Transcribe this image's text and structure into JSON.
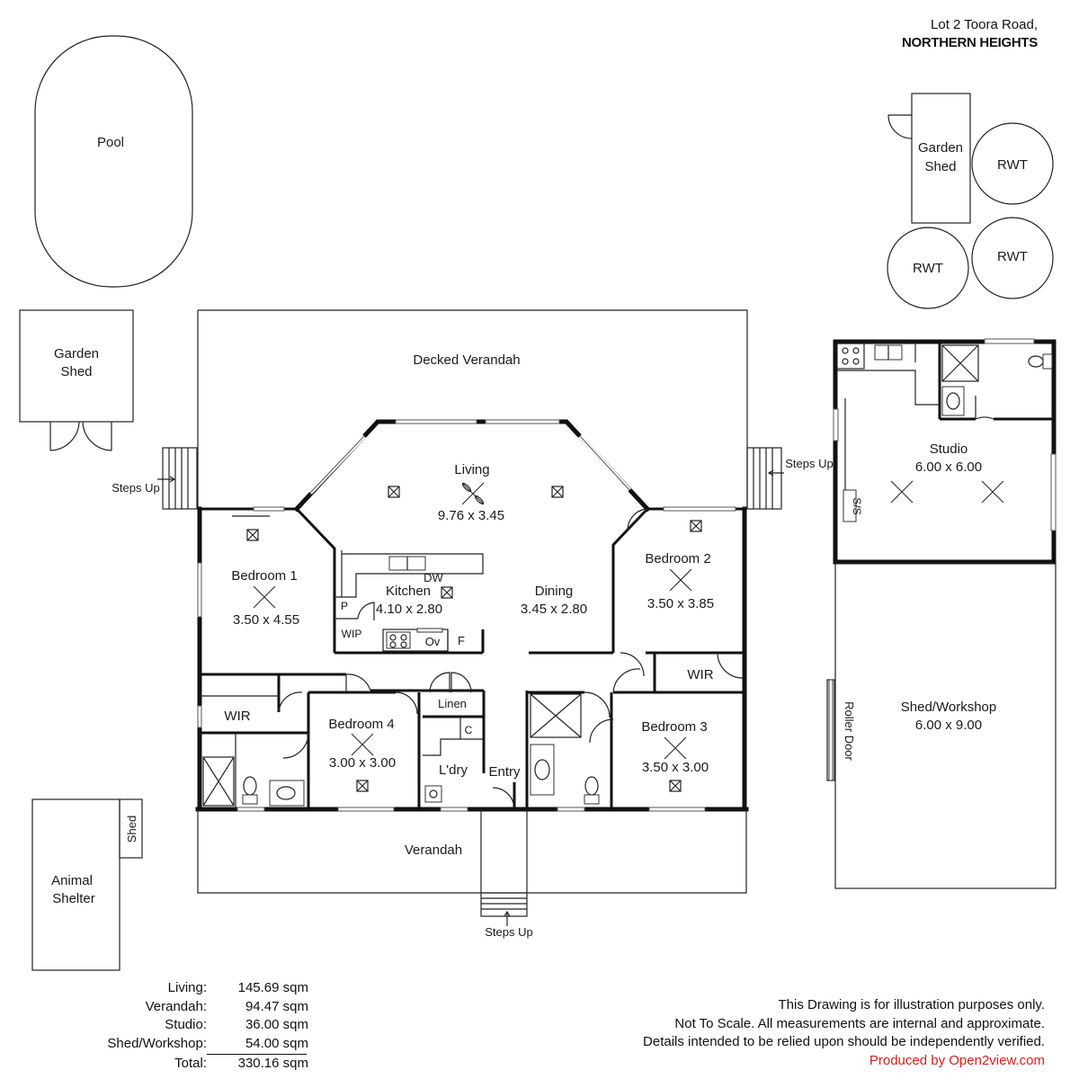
{
  "address": {
    "line1": "Lot 2 Toora Road,",
    "line2": "NORTHERN HEIGHTS"
  },
  "labels": {
    "pool": "Pool",
    "garden_shed_left": [
      "Garden",
      "Shed"
    ],
    "garden_shed_top": [
      "Garden",
      "Shed"
    ],
    "rwt": "RWT",
    "decked_verandah": "Decked Verandah",
    "steps_up": "Steps Up",
    "studio": "Studio",
    "studio_size": "6.00 x 6.00",
    "ss": "S/S",
    "living": "Living",
    "living_size": "9.76 x 3.45",
    "bedroom1": "Bedroom 1",
    "bedroom1_size": "3.50 x 4.55",
    "kitchen": "Kitchen",
    "kitchen_size": "4.10 x 2.80",
    "dw": "DW",
    "p": "P",
    "wip": "WIP",
    "ov": "Ov",
    "f": "F",
    "dining": "Dining",
    "dining_size": "3.45 x 2.80",
    "bedroom2": "Bedroom 2",
    "bedroom2_size": "3.50 x 3.85",
    "wir": "WIR",
    "bedroom4": "Bedroom 4",
    "bedroom4_size": "3.00 x 3.00",
    "linen": "Linen",
    "c": "C",
    "laundry": "L'dry",
    "entry": "Entry",
    "bedroom3": "Bedroom 3",
    "bedroom3_size": "3.50 x 3.00",
    "verandah": "Verandah",
    "shed_small": "Shed",
    "animal_shelter": [
      "Animal",
      "Shelter"
    ],
    "roller_door": "Roller Door",
    "shed_workshop": "Shed/Workshop",
    "shed_workshop_size": "6.00 x 9.00"
  },
  "areas": [
    {
      "label": "Living:",
      "value": "145.69 sqm"
    },
    {
      "label": "Verandah:",
      "value": "94.47 sqm"
    },
    {
      "label": "Studio:",
      "value": "36.00 sqm"
    },
    {
      "label": "Shed/Workshop:",
      "value": "54.00 sqm"
    }
  ],
  "total": {
    "label": "Total:",
    "value": "330.16 sqm"
  },
  "notes": [
    "This Drawing is for illustration purposes only.",
    "Not To Scale. All measurements are internal and approximate.",
    "Details intended to be relied upon should be independently verified."
  ],
  "credit": "Produced by Open2view.com"
}
